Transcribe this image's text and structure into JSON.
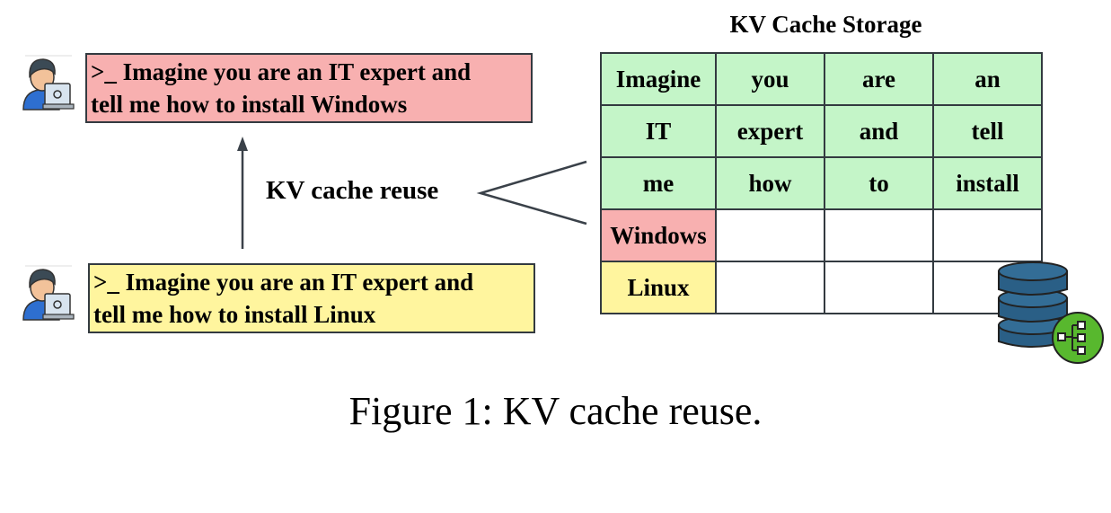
{
  "prompts": {
    "windows": {
      "prefix": ">_",
      "line1": " Imagine you are an IT expert and",
      "line2": "tell me how to install Windows",
      "color": "#f8b0b0"
    },
    "linux": {
      "prefix": ">_",
      "line1": " Imagine you are an IT expert and",
      "line2": "tell me how to install Linux",
      "color": "#fff59e"
    }
  },
  "reuse_label": "KV cache reuse",
  "storage": {
    "title": "KV Cache Storage",
    "rows": [
      [
        "Imagine",
        "you",
        "are",
        "an"
      ],
      [
        "IT",
        "expert",
        "and",
        "tell"
      ],
      [
        "me",
        "how",
        "to",
        "install"
      ],
      [
        "Windows",
        "",
        "",
        ""
      ],
      [
        "Linux",
        "",
        "",
        ""
      ]
    ],
    "colors": {
      "shared": "#c4f5c8",
      "windows": "#f8b0b0",
      "linux": "#fff59e"
    }
  },
  "icons": {
    "user": "user-laptop-icon",
    "database": "database-network-icon"
  },
  "caption": "Figure 1: KV cache reuse."
}
